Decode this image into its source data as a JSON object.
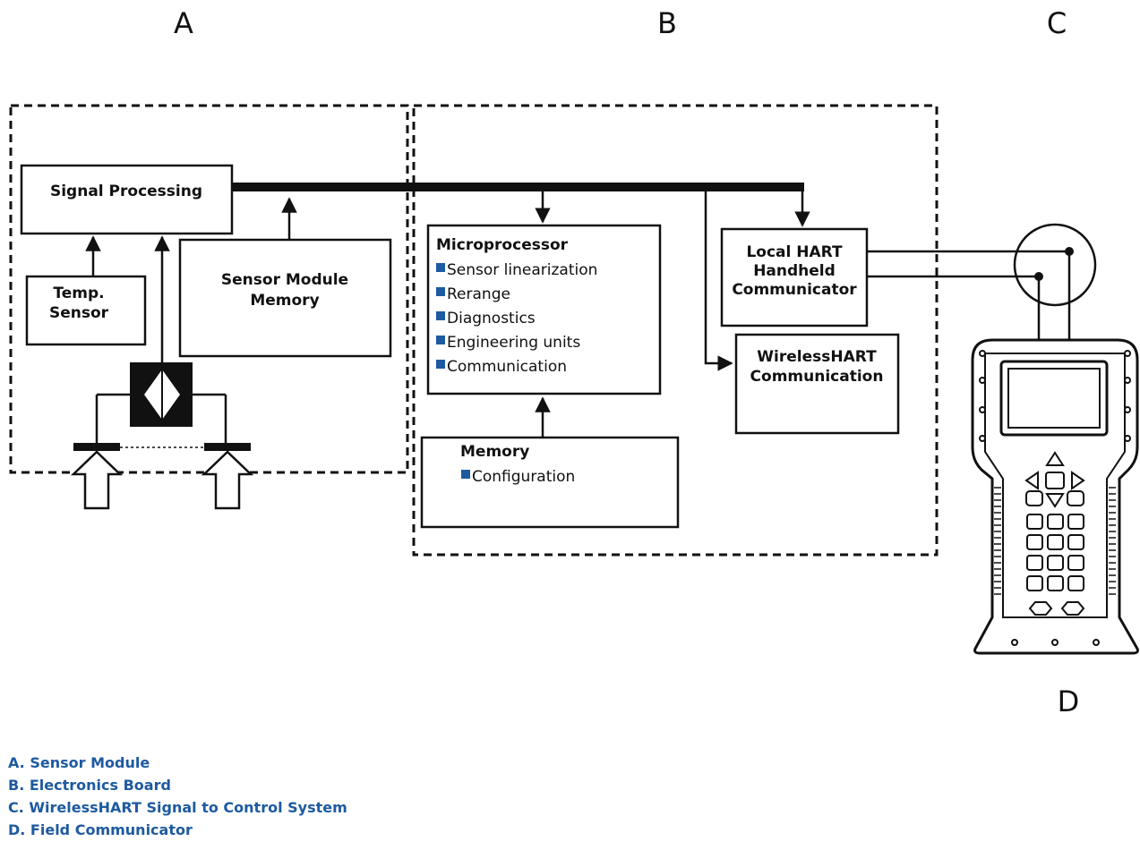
{
  "section_labels": {
    "a": "A",
    "b": "B",
    "c": "C",
    "d": "D"
  },
  "boxes": {
    "signal_processing": "Signal Processing",
    "temp_sensor": [
      "Temp.",
      "Sensor"
    ],
    "sensor_module_memory": [
      "Sensor Module",
      "Memory"
    ],
    "microprocessor": {
      "title": "Microprocessor",
      "items": [
        "Sensor linearization",
        "Rerange",
        "Diagnostics",
        "Engineering units",
        "Communication"
      ]
    },
    "memory": {
      "title": "Memory",
      "items": [
        "Configuration"
      ]
    },
    "local_hart": [
      "Local HART",
      "Handheld",
      "Communicator"
    ],
    "wirelesshart": [
      "WirelessHART",
      "Communication"
    ]
  },
  "legend": [
    "A. Sensor Module",
    "B. Electronics Board",
    "C. WirelessHART Signal to Control System",
    "D. Field Communicator"
  ],
  "colors": {
    "bullet": "#1e5aa0",
    "legend": "#1e5aa0",
    "line": "#111111"
  }
}
